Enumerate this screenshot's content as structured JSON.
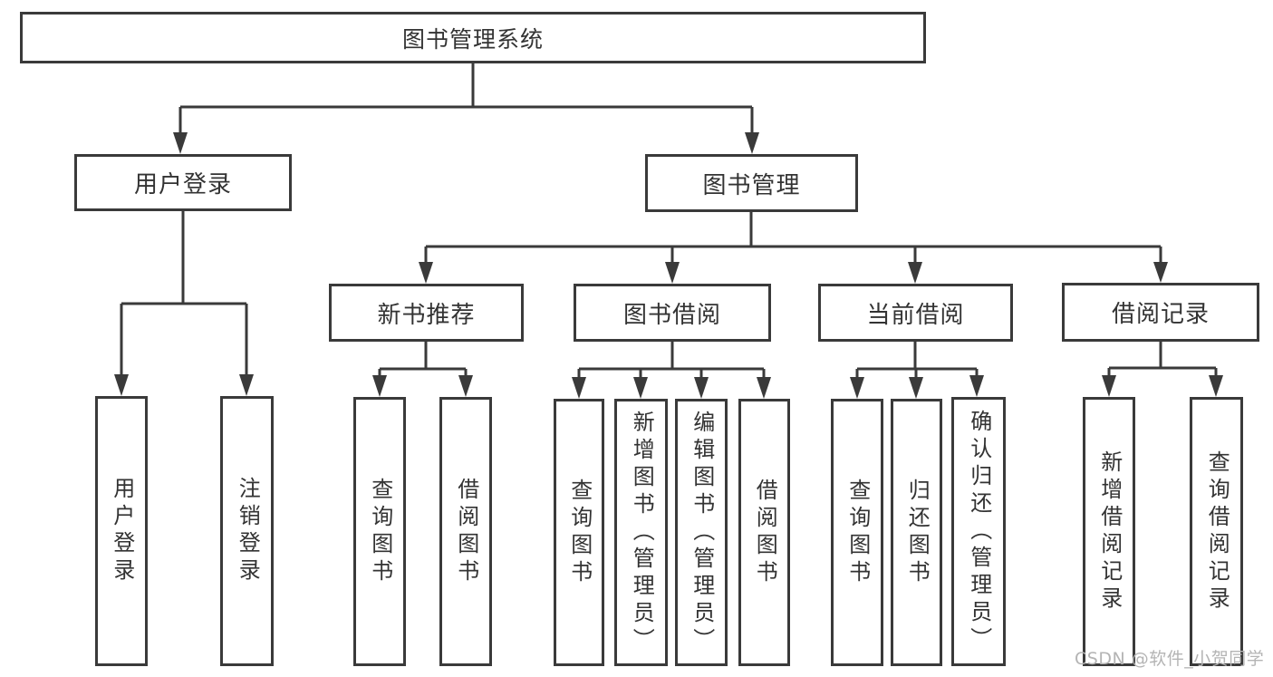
{
  "tree": {
    "root": "图书管理系统",
    "login": {
      "label": "用户登录",
      "children": [
        "用户登录",
        "注销登录"
      ]
    },
    "management": {
      "label": "图书管理",
      "sections": [
        {
          "label": "新书推荐",
          "children": [
            "查询图书",
            "借阅图书"
          ]
        },
        {
          "label": "图书借阅",
          "children": [
            "查询图书",
            "新增图书（管理员）",
            "编辑图书（管理员）",
            "借阅图书"
          ]
        },
        {
          "label": "当前借阅",
          "children": [
            "查询图书",
            "归还图书",
            "确认归还（管理员）"
          ]
        },
        {
          "label": "借阅记录",
          "children": [
            "新增借阅记录",
            "查询借阅记录"
          ]
        }
      ]
    }
  },
  "watermark": "CSDN @软件_小贺同学",
  "colors": {
    "line": "#3a3a3a",
    "border": "#3a3a3a",
    "text": "#333333",
    "watermark_text": "#b4b4b4",
    "background": "#ffffff"
  }
}
